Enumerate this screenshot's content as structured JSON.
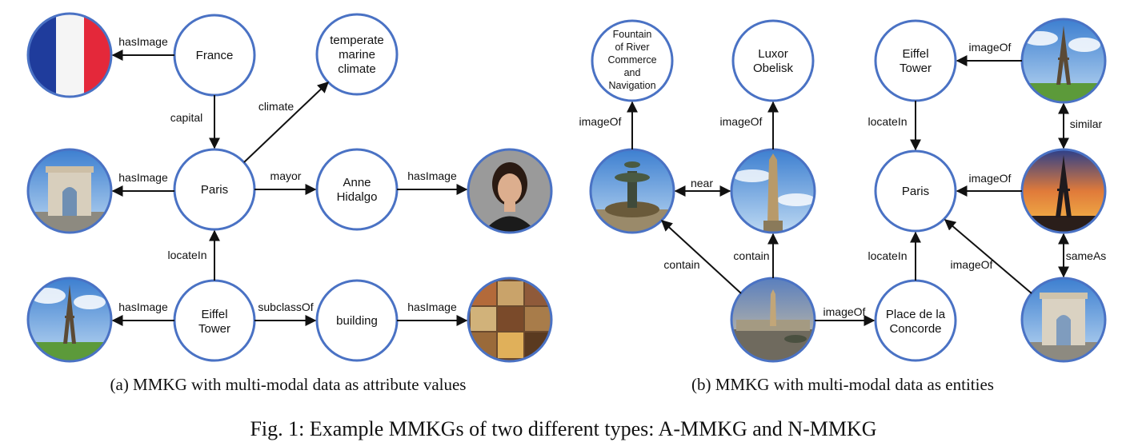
{
  "panel_a": {
    "nodes": {
      "france": [
        "France"
      ],
      "temperate": [
        "temperate",
        "marine",
        "climate"
      ],
      "paris": [
        "Paris"
      ],
      "anne": [
        "Anne",
        "Hidalgo"
      ],
      "eiffel": [
        "Eiffel",
        "Tower"
      ],
      "building": [
        "building"
      ]
    },
    "edges": {
      "france_img": "hasImage",
      "capital": "capital",
      "climate": "climate",
      "paris_img": "hasImage",
      "mayor": "mayor",
      "anne_img": "hasImage",
      "locateIn": "locateIn",
      "eiffel_img": "hasImage",
      "subclassOf": "subclassOf",
      "building_img": "hasImage"
    },
    "images": {
      "flag": "flag of France",
      "arc": "Arc de Triomphe photo",
      "portrait": "portrait photo",
      "eiffel": "Eiffel Tower photo",
      "collage": "building collage"
    },
    "caption": "(a) MMKG with multi-modal data as attribute values"
  },
  "panel_b": {
    "nodes": {
      "fountain": [
        "Fountain",
        "of River",
        "Commerce",
        "and",
        "Navigation"
      ],
      "luxor": [
        "Luxor",
        "Obelisk"
      ],
      "eiffel": [
        "Eiffel",
        "Tower"
      ],
      "paris": [
        "Paris"
      ],
      "concorde": [
        "Place de la",
        "Concorde"
      ]
    },
    "edges": {
      "fountain_imageOf": "imageOf",
      "obelisk_imageOf": "imageOf",
      "eiffel_imageOf": "imageOf",
      "locateIn_top": "locateIn",
      "similar": "similar",
      "near": "near",
      "paris_imageOf": "imageOf",
      "contain_left": "contain",
      "contain_mid": "contain",
      "locateIn_bottom": "locateIn",
      "arc_imageOf": "imageOf",
      "sameAs": "sameAs",
      "concorde_imageOf": "imageOf"
    },
    "images": {
      "fountain": "fountain photo",
      "obelisk": "obelisk photo",
      "eiffel_day": "Eiffel Tower day photo",
      "eiffel_sunset": "Eiffel Tower sunset photo",
      "concorde": "Place de la Concorde photo",
      "arc": "Arc de Triomphe photo"
    },
    "caption": "(b) MMKG with multi-modal data as entities"
  },
  "figure_caption": "Fig. 1: Example MMKGs of two different types: A-MMKG and N-MMKG",
  "colors": {
    "node_stroke": "#4a72c4",
    "edge": "#111111",
    "text": "#111111"
  }
}
